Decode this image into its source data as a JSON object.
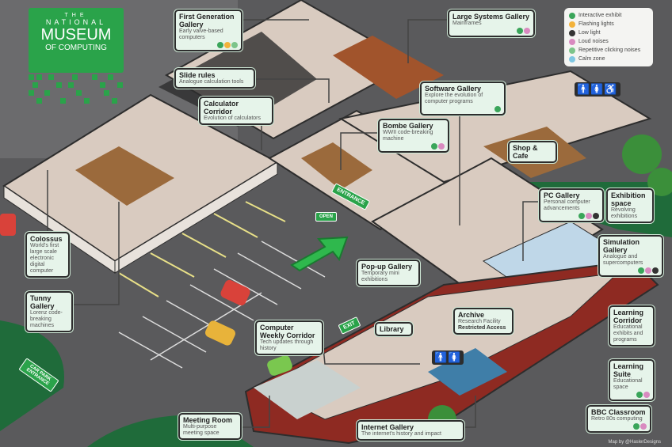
{
  "logo": {
    "line1": "THE",
    "line2": "NATIONAL",
    "line3": "MUSEUM",
    "line4": "OF COMPUTING"
  },
  "legend": [
    {
      "icon": "interactive-icon",
      "label": "Interactive exhibit"
    },
    {
      "icon": "flashing-icon",
      "label": "Flashing lights"
    },
    {
      "icon": "low-light-icon",
      "label": "Low light"
    },
    {
      "icon": "loud-icon",
      "label": "Loud noises"
    },
    {
      "icon": "clicking-icon",
      "label": "Repetitive clicking noises"
    },
    {
      "icon": "calm-icon",
      "label": "Calm zone"
    }
  ],
  "galleries": {
    "first_gen": {
      "title": "First Generation Gallery",
      "desc": "Early valve-based computers"
    },
    "slide_rules": {
      "title": "Slide rules",
      "desc": "Analogue calculation tools"
    },
    "calculator": {
      "title": "Calculator Corridor",
      "desc": "Evolution of calculators"
    },
    "large_systems": {
      "title": "Large Systems Gallery",
      "desc": "Mainframes"
    },
    "software": {
      "title": "Software Gallery",
      "desc": "Explore the evolution of computer programs"
    },
    "bombe": {
      "title": "Bombe Gallery",
      "desc": "WWII code-breaking machine"
    },
    "shop": {
      "title": "Shop & Cafe"
    },
    "pc": {
      "title": "PC Gallery",
      "desc": "Personal computer advancements"
    },
    "exhibition": {
      "title": "Exhibition space",
      "desc": "Revolving exhibitions"
    },
    "simulation": {
      "title": "Simulation Gallery",
      "desc": "Analogue and supercomputers"
    },
    "learning_corridor": {
      "title": "Learning Corridor",
      "desc": "Educational exhibits and programs"
    },
    "learning_suite": {
      "title": "Learning Suite",
      "desc": "Educational space"
    },
    "bbc": {
      "title": "BBC Classroom",
      "desc": "Retro 80s computing"
    },
    "internet": {
      "title": "Internet Gallery",
      "desc": "The internet's history and impact"
    },
    "archive": {
      "title": "Archive",
      "desc": "Research Facility",
      "note": "Restricted Access"
    },
    "library": {
      "title": "Library"
    },
    "popup": {
      "title": "Pop-up Gallery",
      "desc": "Temporary mini exhibitions"
    },
    "cw": {
      "title": "Computer Weekly Corridor",
      "desc": "Tech updates through history"
    },
    "meeting": {
      "title": "Meeting Room",
      "desc": "Multi-purpose meeting space"
    },
    "colossus": {
      "title": "Colossus",
      "desc": "World's first large scale electronic digital computer"
    },
    "tunny": {
      "title": "Tunny Gallery",
      "desc": "Lorenz code-breaking machines"
    }
  },
  "signs": {
    "entrance": "ENTRANCE",
    "exit": "EXIT",
    "car_park": "CAR PARK ENTRANCE",
    "open": "OPEN"
  },
  "toilets": "🚹🚺♿",
  "toilets2": "🚹🚺",
  "credit": "Map by @HaslerDesigns",
  "colors": {
    "brand": "#2aa34a",
    "label_bg": "#e6f4ea",
    "asphalt": "#5a5a5c",
    "brick": "#8e2a22"
  }
}
